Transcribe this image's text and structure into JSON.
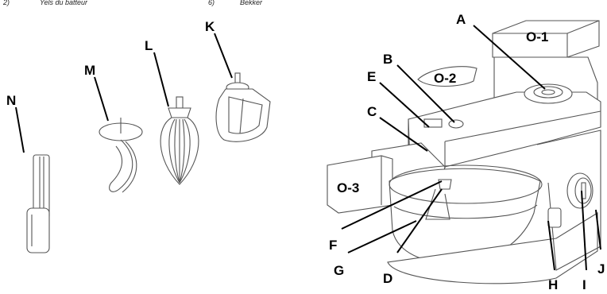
{
  "header": {
    "left_num": "2)",
    "left_text": "Yels du batteur",
    "right_num": "6)",
    "right_text": "Bekker"
  },
  "labels": {
    "A": "A",
    "B": "B",
    "C": "C",
    "D": "D",
    "E": "E",
    "F": "F",
    "G": "G",
    "H": "H",
    "I": "I",
    "J": "J",
    "K": "K",
    "L": "L",
    "M": "M",
    "N": "N",
    "O1": "O-1",
    "O2": "O-2",
    "O3": "O-3"
  }
}
